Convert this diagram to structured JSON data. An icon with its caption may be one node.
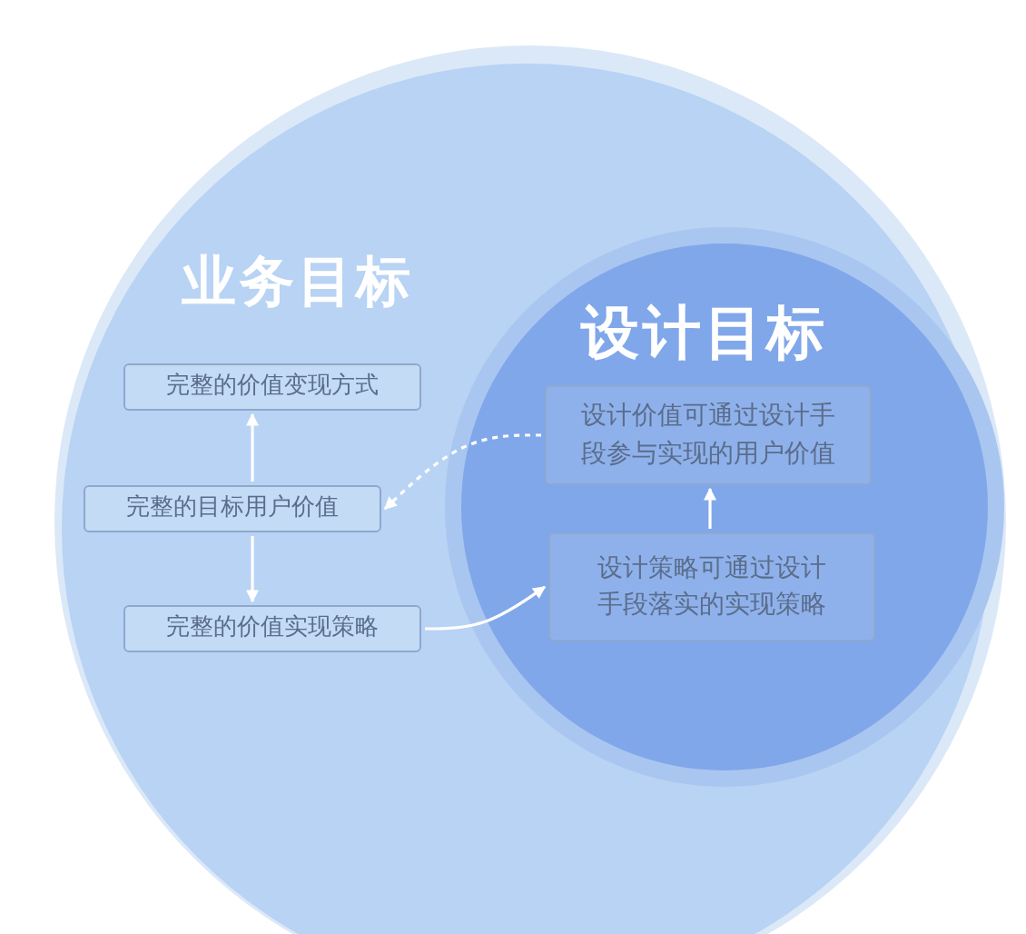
{
  "diagram": {
    "nodes": [
      {
        "text": [
          "业务目标"
        ]
      },
      {
        "text": [
          "设计目标"
        ],
        "in": 0
      },
      {
        "text": [
          "完整的价值变现方式"
        ],
        "in": 0
      },
      {
        "text": [
          "完整的目标用户价值"
        ],
        "in": 0
      },
      {
        "text": [
          "完整的价值实现策略"
        ],
        "in": 0
      },
      {
        "text": [
          "设计价值可通过设计手段参与实现的用户价值"
        ],
        "in": 1
      },
      {
        "text": [
          "设计策略可通过设计手段落实的实现策略"
        ],
        "in": 1
      }
    ],
    "edges": [
      {
        "from": 3,
        "to": 2,
        "arrow": "to"
      },
      {
        "from": 3,
        "to": 4,
        "arrow": "to"
      },
      {
        "from": 5,
        "to": 3,
        "arrow": "to",
        "style": "dashed"
      },
      {
        "from": 4,
        "to": 6,
        "arrow": "to"
      },
      {
        "from": 6,
        "to": 5,
        "arrow": "to"
      }
    ]
  }
}
